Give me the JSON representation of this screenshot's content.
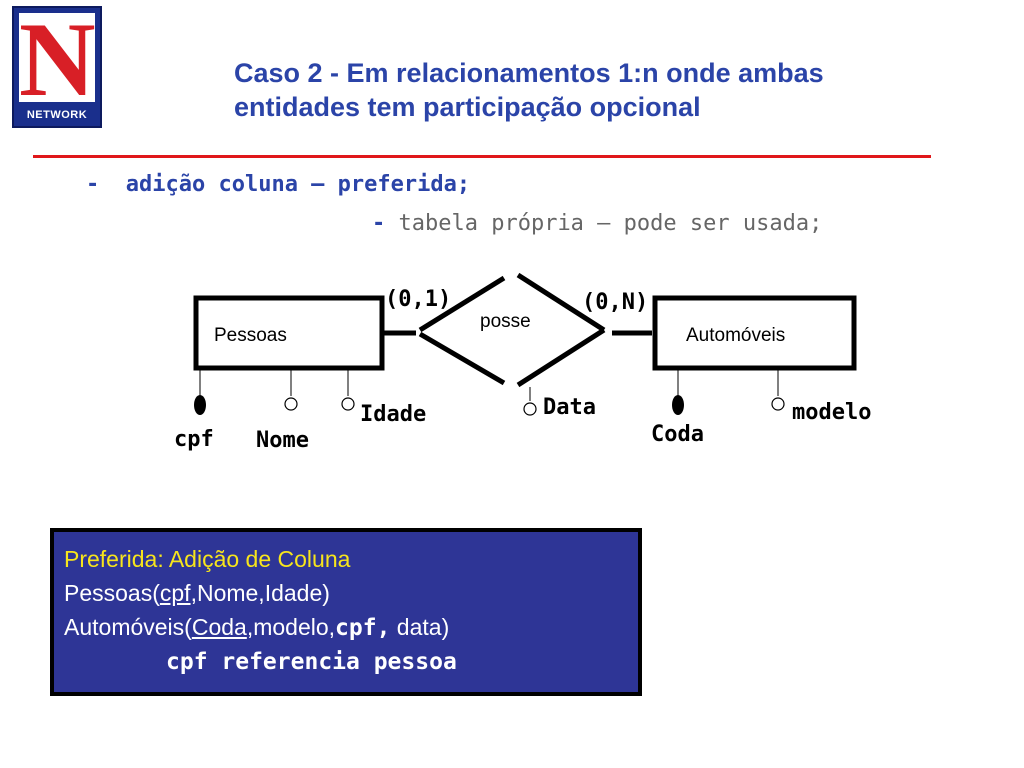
{
  "logo": {
    "letter": "N",
    "word": "NETWORK"
  },
  "title": {
    "line1": "Caso 2 - Em relacionamentos 1:n onde ambas",
    "line2": "entidades tem participação opcional"
  },
  "bullets": {
    "b1_dash": "-",
    "b1_text": "adição coluna – preferida;",
    "b2_dash": "-",
    "b2_text": "tabela própria – pode ser usada;"
  },
  "diagram": {
    "entity_left": "Pessoas",
    "entity_right": "Automóveis",
    "relationship": "posse",
    "cardinality_left": "(0,1)",
    "cardinality_right": "(0,N)",
    "attributes": {
      "cpf": "cpf",
      "nome": "Nome",
      "idade": "Idade",
      "data": "Data",
      "coda": "Coda",
      "modelo": "modelo"
    }
  },
  "box": {
    "heading": "Preferida: Adição de Coluna",
    "l2_prefix": "Pessoas(",
    "l2_key": "cpf",
    "l2_suffix": ",Nome,Idade)",
    "l3_prefix": "Automóveis(",
    "l3_key": "Coda",
    "l3_mid": ",modelo,",
    "l3_fk": "cpf,",
    "l3_suffix": " data)",
    "l4": "cpf referencia pessoa"
  },
  "colors": {
    "title_blue": "#2b44a8",
    "rule_red": "#e0171a",
    "box_bg": "#2e3596",
    "box_heading": "#f7e51c",
    "logo_red": "#d81f26"
  }
}
